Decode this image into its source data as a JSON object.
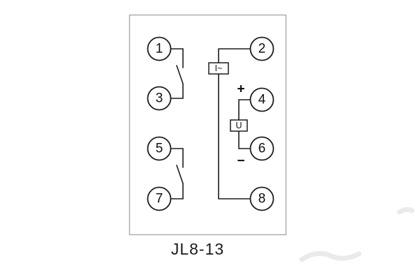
{
  "diagram": {
    "caption": "JL8-13",
    "terminals": [
      {
        "id": "1",
        "label": "1"
      },
      {
        "id": "2",
        "label": "2"
      },
      {
        "id": "3",
        "label": "3"
      },
      {
        "id": "4",
        "label": "4"
      },
      {
        "id": "5",
        "label": "5"
      },
      {
        "id": "6",
        "label": "6"
      },
      {
        "id": "7",
        "label": "7"
      },
      {
        "id": "8",
        "label": "8"
      }
    ],
    "coils": {
      "current": "I~",
      "voltage": "U"
    },
    "polarity": {
      "plus": "+",
      "minus": "−"
    }
  }
}
